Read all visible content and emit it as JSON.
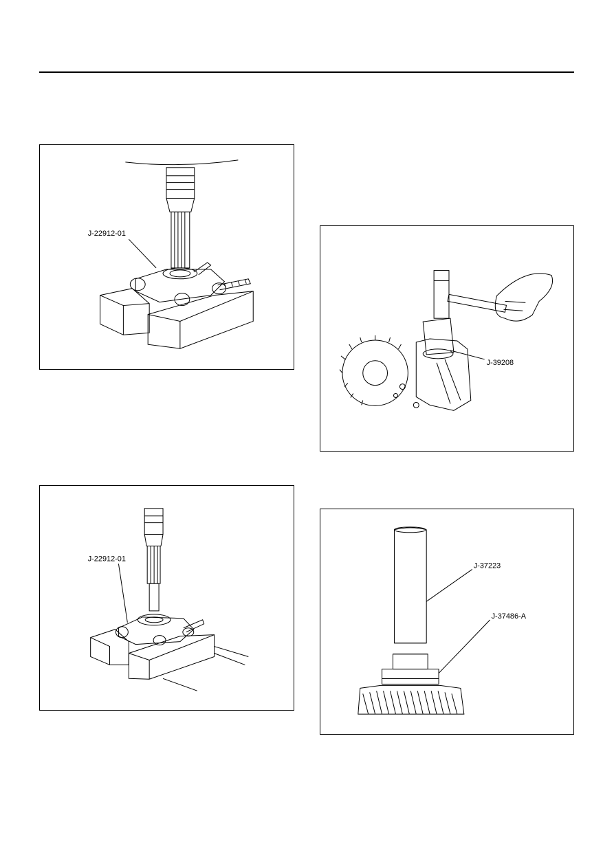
{
  "figures": [
    {
      "label": "J-22912-01"
    },
    {
      "label": "J-39208"
    },
    {
      "label": "J-22912-01"
    },
    {
      "labels": [
        "J-37223",
        "J-37486-A"
      ]
    }
  ]
}
